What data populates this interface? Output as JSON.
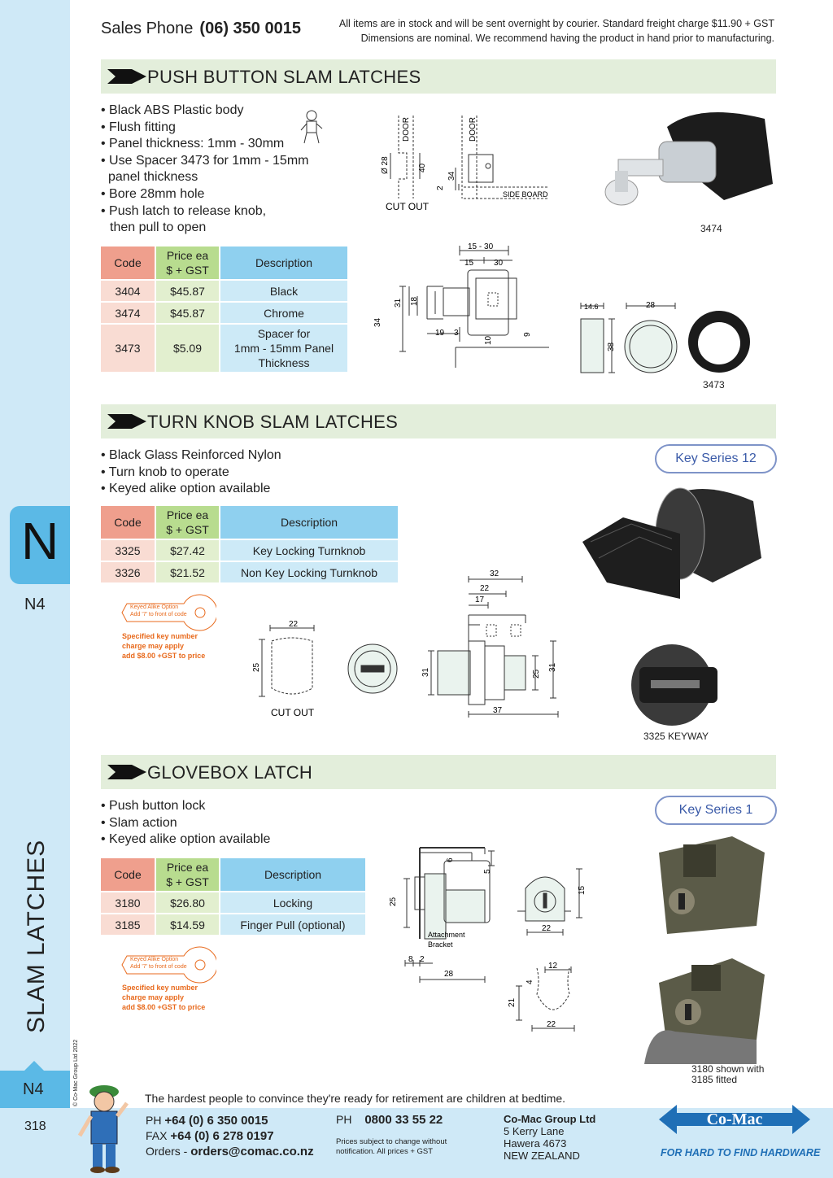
{
  "sidebar": {
    "tab_letter": "N",
    "tab_code": "N4",
    "vertical_title": "SLAM LATCHES",
    "bottom_code": "N4",
    "page_number": "318",
    "copyright": "© Co-Mac Group Ltd 2022"
  },
  "header": {
    "sales_label": "Sales Phone",
    "sales_phone": "(06) 350 0015",
    "note_line1": "All items are in stock and will be sent overnight by courier. Standard freight charge $11.90 + GST",
    "note_line2": "Dimensions are nominal. We recommend having the product in hand prior to manufacturing."
  },
  "push": {
    "title": "PUSH BUTTON SLAM LATCHES",
    "bullets": [
      "Black ABS Plastic body",
      "Flush fitting",
      "Panel thickness: 1mm - 30mm",
      "Use Spacer 3473 for 1mm - 15mm",
      "panel thickness",
      "Bore 28mm hole",
      "Push latch to release knob,",
      "then pull to open"
    ],
    "headers": [
      "Code",
      "Price ea",
      "$ + GST",
      "Description"
    ],
    "rows": [
      [
        "3404",
        "$45.87",
        "Black"
      ],
      [
        "3474",
        "$45.87",
        "Chrome"
      ],
      [
        "3473",
        "$5.09",
        "Spacer for",
        "1mm - 15mm Panel",
        "Thickness"
      ]
    ],
    "diagram": {
      "door": "DOOR",
      "door2": "DOOR",
      "d28": "Ø 28",
      "d40": "40",
      "d34": "34",
      "d2": "2",
      "side_board": "SIDE BOARD",
      "cut_out": "CUT OUT",
      "d1530": "15 - 30",
      "d15": "15",
      "d30": "30",
      "d31": "31",
      "d18": "18",
      "d34b": "34",
      "d19": "19",
      "d3": "3",
      "d10": "10",
      "d9": "9",
      "d146": "14.6",
      "d28b": "28",
      "d38": "38"
    },
    "img_label_3474": "3474",
    "img_label_3473": "3473"
  },
  "turn": {
    "title": "TURN KNOB SLAM LATCHES",
    "bullets": [
      "Black Glass Reinforced Nylon",
      "Turn knob to operate",
      "Keyed alike option available"
    ],
    "key_series": "Key Series 12",
    "rows": [
      [
        "3325",
        "$27.42",
        "Key Locking Turnknob"
      ],
      [
        "3326",
        "$21.52",
        "Non Key Locking Turnknob"
      ]
    ],
    "keyed_note": [
      "Keyed Alike Option",
      "Add '7' to front of code"
    ],
    "spec_note": [
      "Specified key number",
      "charge may apply",
      "add $8.00 +GST to price"
    ],
    "diagram": {
      "d22": "22",
      "d25": "25",
      "cut_out": "CUT OUT",
      "d32": "32",
      "d22b": "22",
      "d17": "17",
      "d31": "31",
      "d25b": "25",
      "d31b": "31",
      "d37": "37"
    },
    "keyway_label": "3325 KEYWAY"
  },
  "glove": {
    "title": "GLOVEBOX LATCH",
    "bullets": [
      "Push button lock",
      "Slam action",
      "Keyed alike option available"
    ],
    "key_series": "Key Series 1",
    "rows": [
      [
        "3180",
        "$26.80",
        "Locking"
      ],
      [
        "3185",
        "$14.59",
        "Finger Pull (optional)"
      ]
    ],
    "keyed_note": [
      "Keyed Alike Option",
      "Add '7' to front of code"
    ],
    "spec_note": [
      "Specified key number",
      "charge may apply",
      "add $8.00 +GST to price"
    ],
    "diagram": {
      "d6": "6",
      "d5": "5",
      "d25": "25",
      "attach1": "Attachment",
      "attach2": "Bracket",
      "d8": "8",
      "d2": "2",
      "d28": "28",
      "d15": "15",
      "d22": "22",
      "d12": "12",
      "d4": "4",
      "d21": "21",
      "d22b": "22"
    },
    "img_caption": [
      "3180  shown with",
      "3185 fitted"
    ]
  },
  "footer": {
    "quote": "The hardest people to convince they're ready for retirement are children at bedtime.",
    "ph_label": "PH",
    "ph": "+64 (0) 6 350 0015",
    "fax_label": "FAX",
    "fax": "+64 (0) 6 278 0197",
    "orders_label": "Orders -",
    "orders": "orders@comac.co.nz",
    "ph2_label": "PH",
    "ph2": "0800 33 55 22",
    "prices_note1": "Prices subject to change without",
    "prices_note2": "notification. All prices + GST",
    "company": "Co-Mac Group Ltd",
    "addr1": "5 Kerry Lane",
    "addr2": "Hawera 4673",
    "addr3": "NEW ZEALAND",
    "logo": "Co-Mac",
    "tagline": "FOR HARD TO FIND HARDWARE"
  },
  "colors": {
    "accent": "#5bb9e6",
    "section_bg": "#e3eedb",
    "orange": "#e86a1d",
    "logo_blue": "#1f6fb6"
  }
}
